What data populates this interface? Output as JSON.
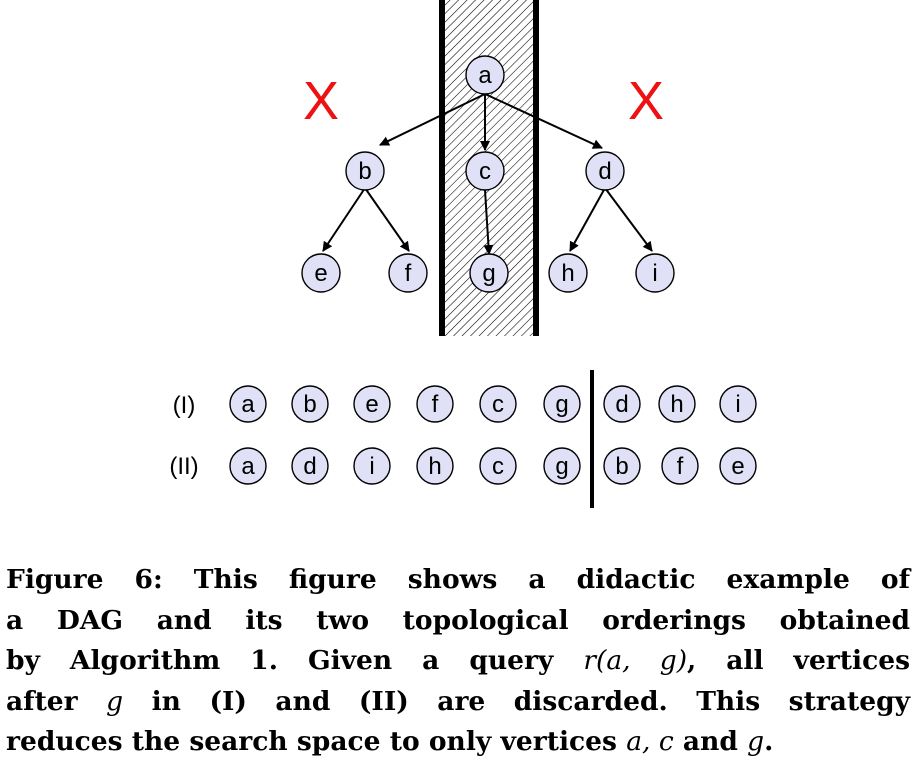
{
  "nodes": {
    "a": "a",
    "b": "b",
    "c": "c",
    "d": "d",
    "e": "e",
    "f": "f",
    "g": "g",
    "h": "h",
    "i": "i"
  },
  "discard_marks": [
    "X",
    "X"
  ],
  "orderings": [
    {
      "label": "(I)",
      "sequence": [
        "a",
        "b",
        "e",
        "f",
        "c",
        "g",
        "d",
        "h",
        "i"
      ]
    },
    {
      "label": "(II)",
      "sequence": [
        "a",
        "d",
        "i",
        "h",
        "c",
        "g",
        "b",
        "f",
        "e"
      ]
    }
  ],
  "caption": {
    "line1": "Figure 6: This figure shows a didactic example of",
    "line2": "a DAG and its two topological orderings obtained",
    "line3_a": "by Algorithm 1.  Given a query ",
    "line3_math": "r(a, g)",
    "line3_b": ", all vertices",
    "line4_a": "after ",
    "line4_math": "g",
    "line4_b": " in (I) and (II) are discarded. This strategy",
    "line5_a": "reduces the search space to only vertices ",
    "line5_math1": "a, c",
    "line5_b": " and ",
    "line5_math2": "g",
    "line5_c": "."
  }
}
